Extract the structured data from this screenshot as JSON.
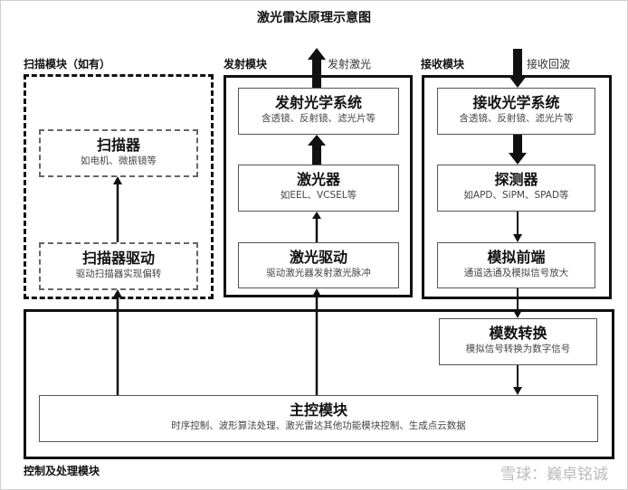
{
  "title": "激光雷达原理示意图",
  "scan_module": {
    "label": "扫描模块（如有）",
    "scanner": {
      "title": "扫描器",
      "desc": "如电机、微振镜等"
    },
    "scanner_driver": {
      "title": "扫描器驱动",
      "desc": "驱动扫描器实现偏转"
    }
  },
  "emit_module": {
    "label": "发射模块",
    "output_label": "发射激光",
    "optics": {
      "title": "发射光学系统",
      "desc": "含透镜、反射镜、滤光片等"
    },
    "laser": {
      "title": "激光器",
      "desc": "如EEL、VCSEL等"
    },
    "laser_driver": {
      "title": "激光驱动",
      "desc": "驱动激光器发射激光脉冲"
    }
  },
  "receive_module": {
    "label": "接收模块",
    "input_label": "接收回波",
    "optics": {
      "title": "接收光学系统",
      "desc": "含透镜、反射镜、滤光片等"
    },
    "detector": {
      "title": "探测器",
      "desc": "如APD、SiPM、SPAD等"
    },
    "afe": {
      "title": "模拟前端",
      "desc": "通道选通及模拟信号放大"
    }
  },
  "control_module": {
    "label": "控制及处理模块",
    "adc": {
      "title": "模数转换",
      "desc": "模拟信号转换为数字信号"
    },
    "main": {
      "title": "主控模块",
      "desc": "时序控制、波形算法处理、激光雷达其他功能模块控制、生成点云数据"
    }
  },
  "watermark": "雪球：巍卓铭诚"
}
